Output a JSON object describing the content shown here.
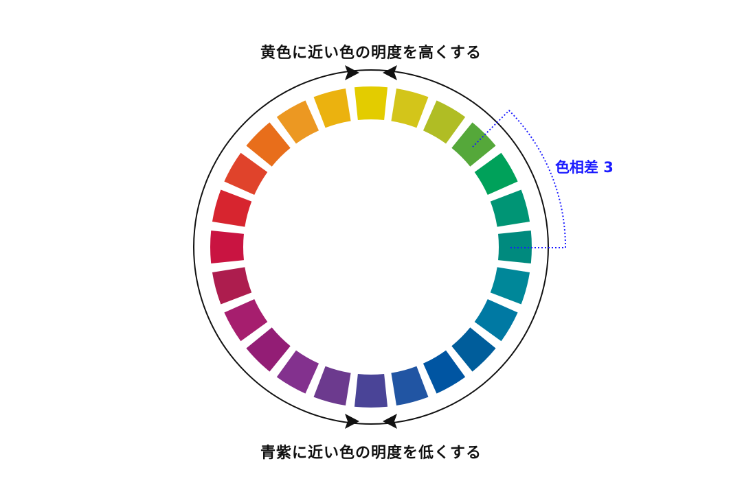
{
  "captions": {
    "top": "黄色に近い色の明度を高くする",
    "bottom": "青紫に近い色の明度を低くする"
  },
  "annotation": {
    "label": "色相差 3",
    "color": "#1a1aff"
  },
  "wheel": {
    "segment_count": 24,
    "colors": [
      "#e3cc00",
      "#d3c51a",
      "#b0bd24",
      "#55a83a",
      "#00a15a",
      "#009575",
      "#008a7e",
      "#008799",
      "#0079a3",
      "#005d9b",
      "#0055a2",
      "#2155a3",
      "#4a4497",
      "#6c3a8e",
      "#83318e",
      "#931d75",
      "#a61e6e",
      "#ad1d4e",
      "#c91441",
      "#d7252f",
      "#e0432b",
      "#e86e1b",
      "#ec9822",
      "#ebb20f"
    ]
  }
}
